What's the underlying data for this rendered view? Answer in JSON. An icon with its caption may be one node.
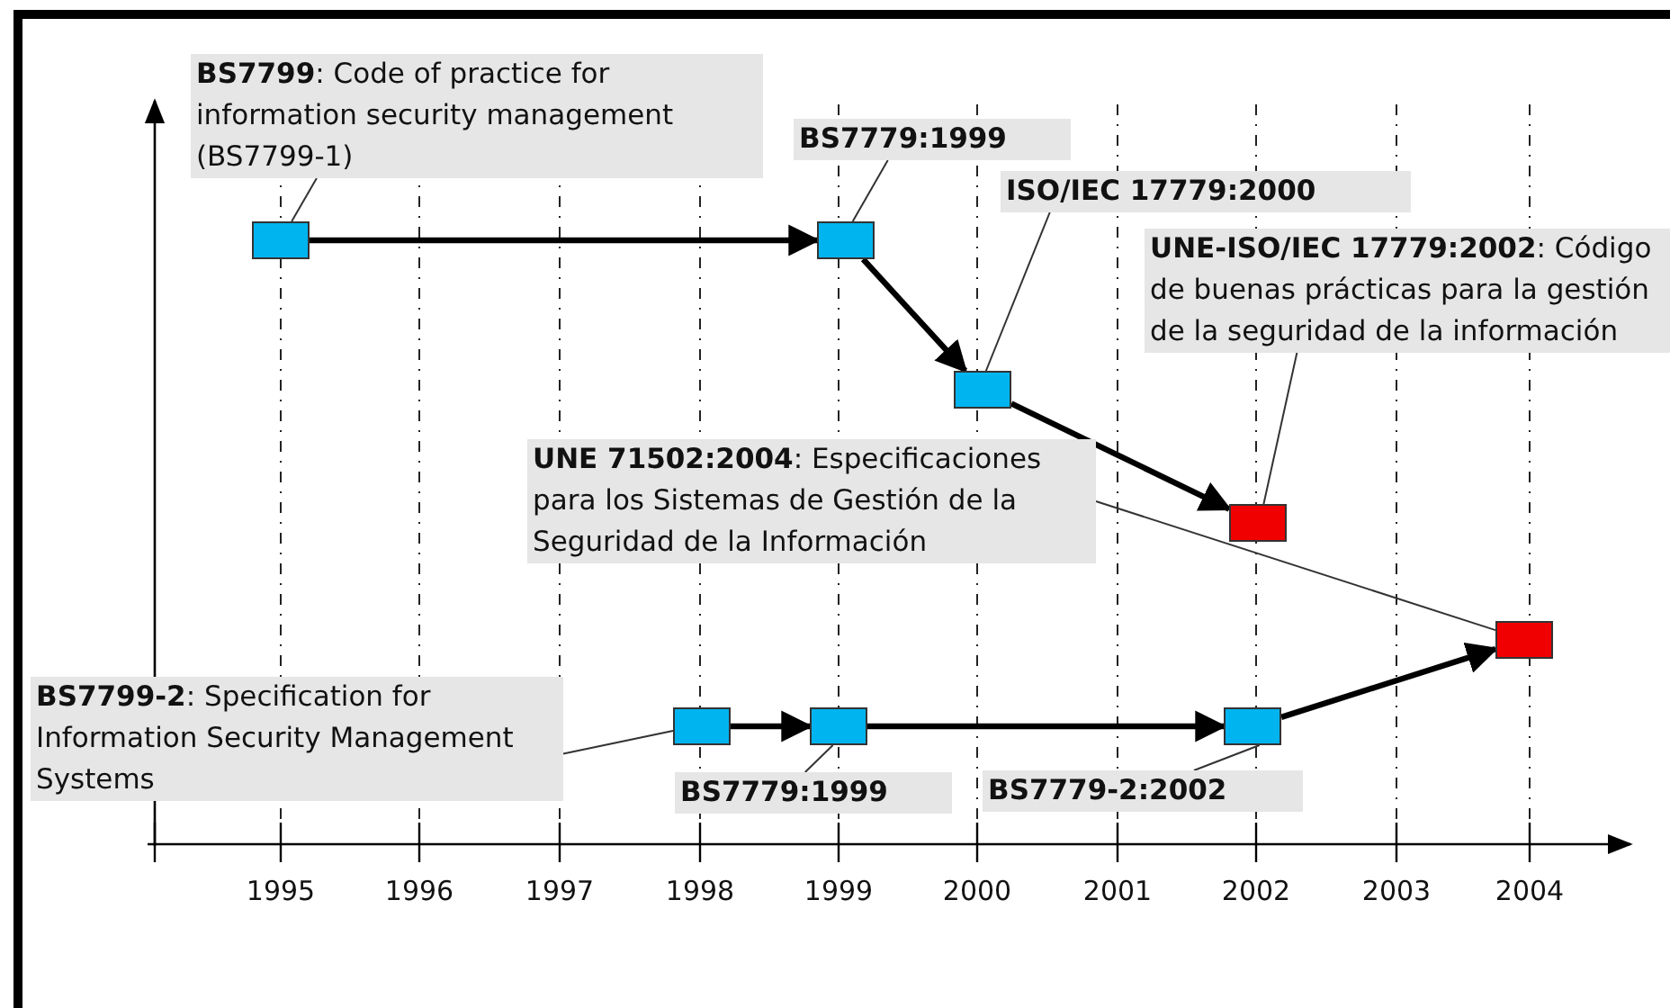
{
  "diagram": {
    "nodes": [
      {
        "text": [
          "**BS7799**: Code of practice for information security management (BS7799-1)"
        ]
      },
      {
        "text": [
          "BS7779:1999"
        ]
      },
      {
        "text": [
          "ISO/IEC 17779:2000"
        ]
      },
      {
        "text": [
          "**UNE-ISO/IEC 17779:2002**: Código de buenas prácticas para la gestión de la seguridad de la información"
        ]
      },
      {
        "text": [
          "**UNE 71502:2004**: Especificaciones para los Sistemas de Gestión de la Seguridad de la Información"
        ]
      },
      {
        "text": [
          "**BS7799-2**: Specification for Information Security Management Systems"
        ]
      },
      {
        "text": [
          "BS7779:1999"
        ]
      },
      {
        "text": [
          "BS7779-2:2002"
        ]
      },
      {
        "text": [],
        "shape": "box"
      },
      {
        "text": [],
        "shape": "box"
      },
      {
        "text": [],
        "shape": "box"
      },
      {
        "text": [],
        "shape": "box"
      },
      {
        "text": [],
        "shape": "box"
      },
      {
        "text": [],
        "shape": "box"
      },
      {
        "text": [],
        "shape": "box"
      },
      {
        "text": [],
        "shape": "box"
      }
    ],
    "edges": [
      {
        "from": 8,
        "to": 9,
        "arrow": "to",
        "style": "thick"
      },
      {
        "from": 9,
        "to": 10,
        "arrow": "to",
        "style": "thick"
      },
      {
        "from": 10,
        "to": 11,
        "arrow": "to",
        "style": "thick"
      },
      {
        "from": 12,
        "to": 13,
        "arrow": "to",
        "style": "thick"
      },
      {
        "from": 13,
        "to": 14,
        "arrow": "to",
        "style": "thick"
      },
      {
        "from": 14,
        "to": 15,
        "arrow": "to",
        "style": "thick"
      },
      {
        "from": 0,
        "to": 8,
        "arrow": "none"
      },
      {
        "from": 1,
        "to": 9,
        "arrow": "none"
      },
      {
        "from": 2,
        "to": 10,
        "arrow": "none"
      },
      {
        "from": 3,
        "to": 11,
        "arrow": "none"
      },
      {
        "from": 4,
        "to": 15,
        "arrow": "none"
      },
      {
        "from": 5,
        "to": 12,
        "arrow": "none"
      },
      {
        "from": 6,
        "to": 13,
        "arrow": "none"
      },
      {
        "from": 7,
        "to": 14,
        "arrow": "none"
      }
    ],
    "labels": [
      "1995",
      "1996",
      "1997",
      "1998",
      "1999",
      "2000",
      "2001",
      "2002",
      "2003",
      "2004"
    ]
  }
}
